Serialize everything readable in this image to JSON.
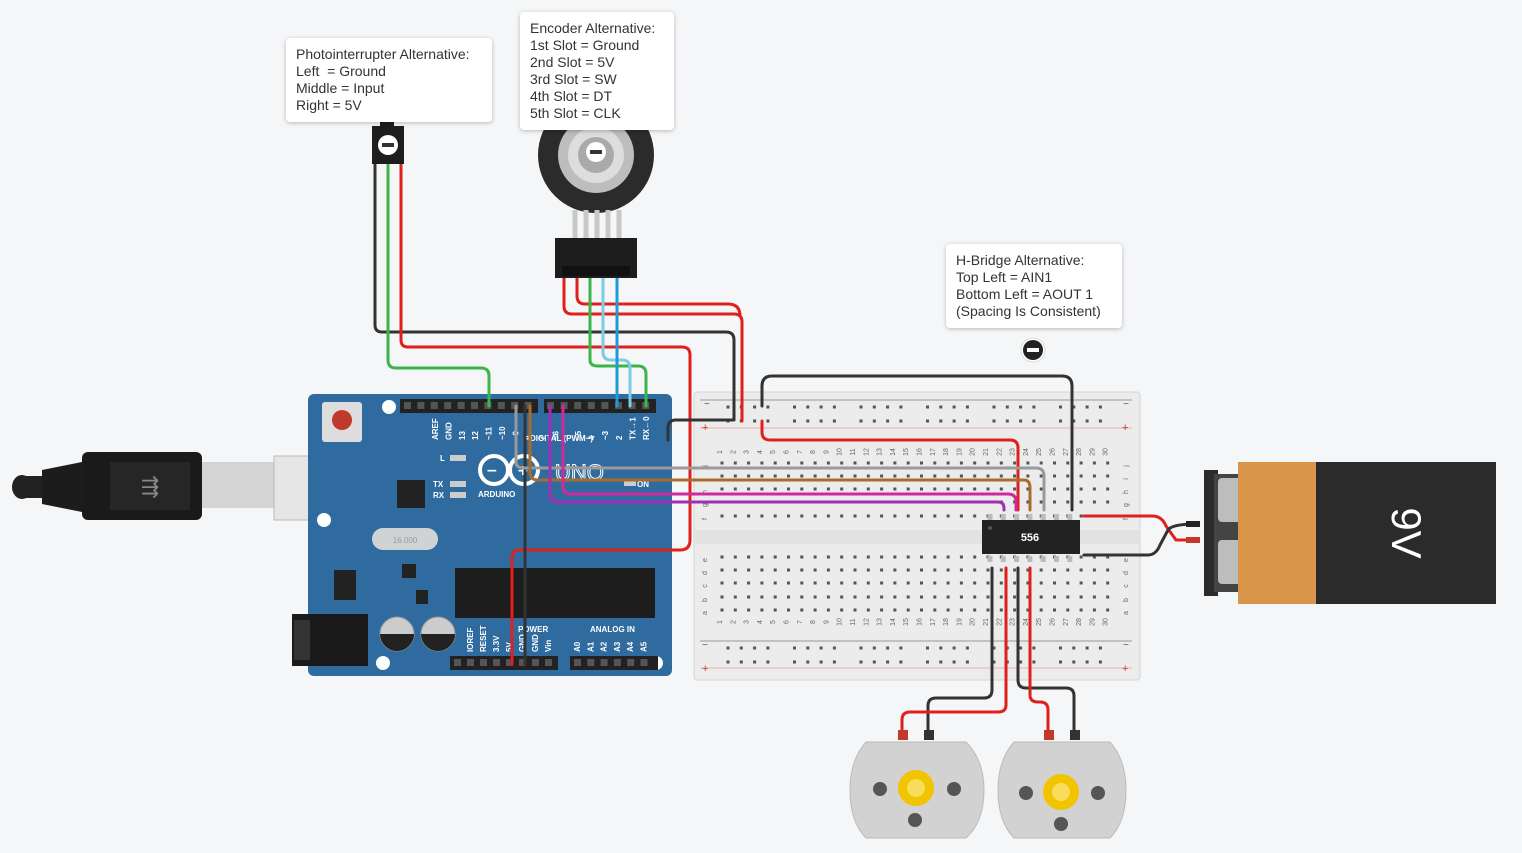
{
  "notes": {
    "photo": {
      "title": "Photointerrupter Alternative:",
      "lines": [
        "Left  = Ground",
        "Middle = Input",
        "Right = 5V"
      ]
    },
    "encoder": {
      "title": "Encoder Alternative:",
      "lines": [
        "1st Slot = Ground",
        "2nd Slot = 5V",
        "3rd Slot = SW",
        "4th Slot = DT",
        "5th Slot = CLK"
      ]
    },
    "hbridge": {
      "title": "H-Bridge Alternative:",
      "lines": [
        "Top Left = AIN1",
        "Bottom Left = AOUT 1",
        "(Spacing Is Consistent)"
      ]
    }
  },
  "chip": {
    "label": "556"
  },
  "battery": {
    "label": "9V",
    "minus": "−",
    "plus": "+"
  },
  "arduino": {
    "brand": "ARDUINO",
    "model": "UNO",
    "digital_label": "DIGITAL (PWM~)",
    "power_label": "POWER",
    "analog_label": "ANALOG IN",
    "on_label": "ON",
    "l_label": "L",
    "tx_label": "TX",
    "rx_label": "RX",
    "digital_pins": [
      "AREF",
      "GND",
      "13",
      "12",
      "~11",
      "~10",
      "~9",
      "8",
      "7",
      "~6",
      "~5",
      "4",
      "~3",
      "2",
      "TX→1",
      "RX←0"
    ],
    "power_pins": [
      "IOREF",
      "RESET",
      "3.3V",
      "5V",
      "GND",
      "GND",
      "Vin"
    ],
    "analog_pins": [
      "A0",
      "A1",
      "A2",
      "A3",
      "A4",
      "A5"
    ],
    "crystal": "16.000"
  },
  "breadboard": {
    "rows_top": [
      "j",
      "i",
      "h",
      "g",
      "f"
    ],
    "rows_bottom": [
      "e",
      "d",
      "c",
      "b",
      "a"
    ],
    "columns": [
      "1",
      "2",
      "3",
      "4",
      "5",
      "6",
      "7",
      "8",
      "9",
      "10",
      "11",
      "12",
      "13",
      "14",
      "15",
      "16",
      "17",
      "18",
      "19",
      "20",
      "21",
      "22",
      "23",
      "24",
      "25",
      "26",
      "27",
      "28",
      "29",
      "30"
    ]
  },
  "colors": {
    "wire_red": "#e0201b",
    "wire_black": "#333333",
    "wire_green": "#3bb54a",
    "wire_blue": "#1e9bd7",
    "wire_lightblue": "#7fcbe6",
    "wire_brown": "#a86c2c",
    "wire_purple": "#a12fb5",
    "wire_magenta": "#d0299c",
    "wire_gray": "#9a9a9a",
    "arduino_blue": "#2f6b9e",
    "battery_orange": "#d9954a"
  }
}
